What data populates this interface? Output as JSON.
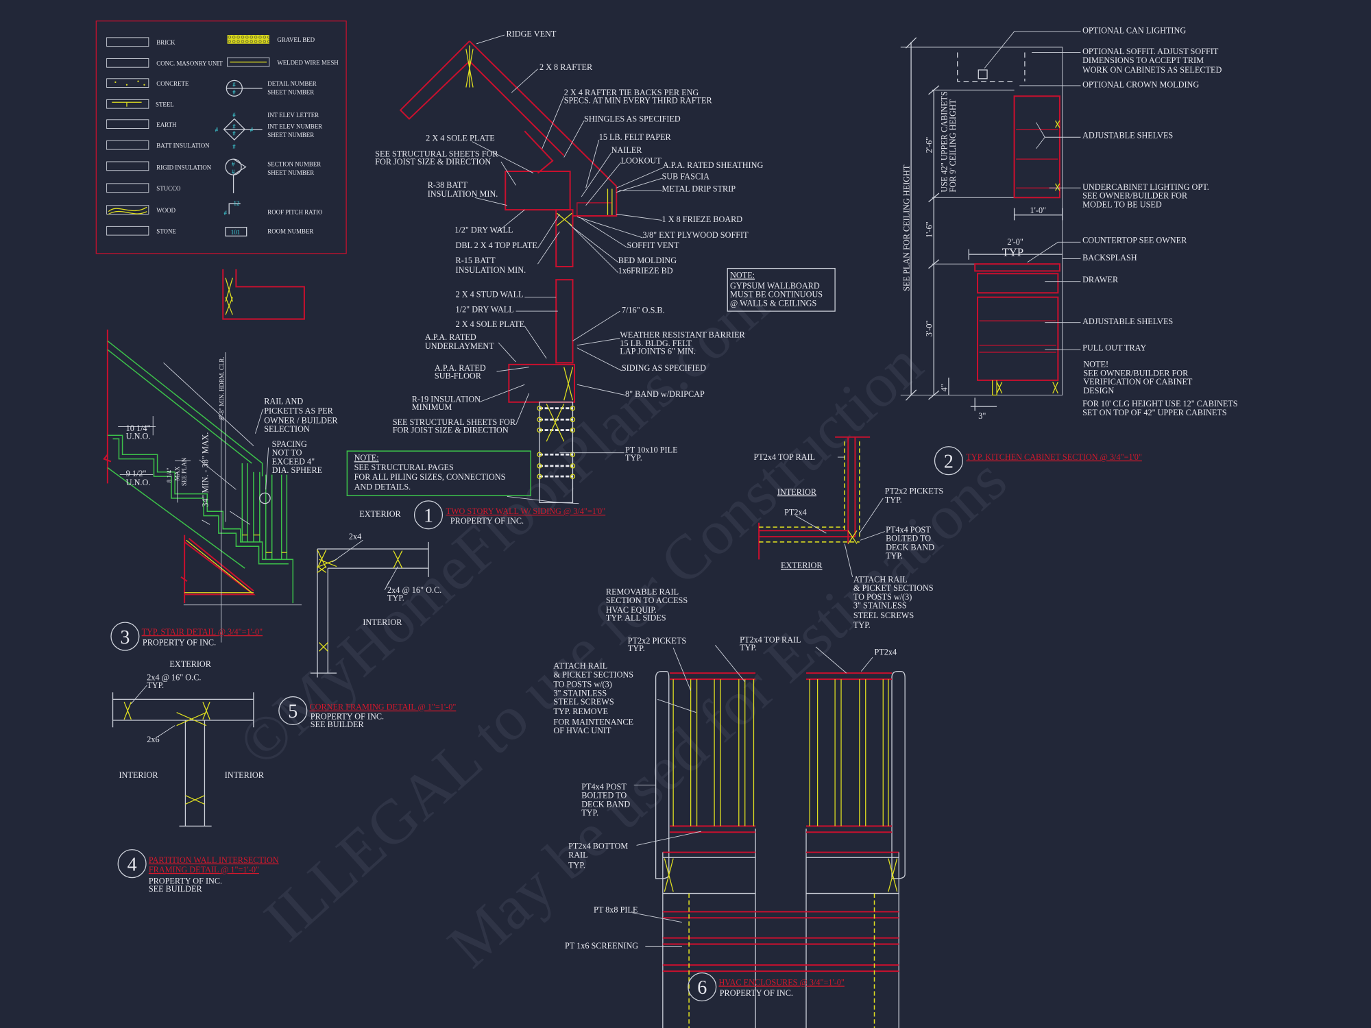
{
  "legend": {
    "left": [
      "BRICK",
      "CONC. MASONRY UNIT",
      "CONCRETE",
      "STEEL",
      "EARTH",
      "BATT INSULATION",
      "RIGID INSULATION",
      "STUCCO",
      "WOOD",
      "STONE"
    ],
    "right": {
      "gravel": "GRAVEL BED",
      "mesh": "WELDED WIRE MESH",
      "detail_number": "DETAIL NUMBER",
      "sheet_number": "SHEET NUMBER",
      "int_elev_letter": "INT ELEV LETTER",
      "int_elev_number": "INT ELEV NUMBER",
      "section_number": "SECTION NUMBER",
      "roof_pitch": "ROOF PITCH RATIO",
      "room_number": "ROOM NUMBER"
    },
    "hash": "#",
    "pitch_value": "12",
    "room_value": "101"
  },
  "detail1": {
    "ridge_vent": "RIDGE VENT",
    "rafter": "2 X 8 RAFTER",
    "tie_backs": [
      "2 X 4 RAFTER TIE BACKS PER ENG",
      "SPECS. AT MIN EVERY THIRD RAFTER"
    ],
    "shingles": "SHINGLES AS SPECIFIED",
    "sole_plate_top": "2 X 4 SOLE PLATE",
    "felt": "15 LB. FELT PAPER",
    "joist_top": [
      "SEE STRUCTURAL SHEETS FOR",
      "FOR JOIST SIZE & DIRECTION"
    ],
    "nailer": "NAILER",
    "lookout": "LOOKOUT",
    "sheathing": "A.P.A. RATED SHEATHING",
    "sub_fascia": "SUB FASCIA",
    "r38": [
      "R-38 BATT",
      "INSULATION MIN."
    ],
    "drip": "METAL DRIP STRIP",
    "frieze": "1 X 8  FRIEZE BOARD",
    "drywall_top": "1/2\" DRY WALL",
    "soffit": "3/8\" EXT PLYWOOD SOFFIT",
    "top_plate": "DBL 2 X 4 TOP PLATE",
    "soffit_vent": "SOFFIT VENT",
    "r15": [
      "R-15 BATT",
      "INSULATION MIN."
    ],
    "bed_molding": "BED MOLDING",
    "frieze_bd": "1x6FRIEZE BD",
    "gyp_note": [
      "NOTE:",
      "GYPSUM WALLBOARD",
      "MUST BE CONTINUOUS",
      "@ WALLS & CEILINGS"
    ],
    "stud_wall": "2 X 4 STUD WALL",
    "drywall": "1/2\" DRY WALL",
    "osb": "7/16\" O.S.B.",
    "sole_plate": "2 X 4 SOLE PLATE",
    "underlayment": [
      "A.P.A. RATED",
      "UNDERLAYMENT"
    ],
    "barrier": [
      "WEATHER RESISTANT BARRIER",
      "15 LB. BLDG. FELT",
      "LAP JOINTS 6\" MIN."
    ],
    "siding": "SIDING AS SPECIFIED",
    "subfloor": [
      "A.P.A. RATED",
      "SUB-FLOOR"
    ],
    "band": "8\" BAND w/DRIPCAP",
    "r19": [
      "R-19 INSULATION",
      "MINIMUM"
    ],
    "joist_bottom": [
      "SEE STRUCTURAL SHEETS FOR",
      "FOR JOIST SIZE & DIRECTION"
    ],
    "pile": [
      "PT 10x10 PILE",
      "TYP."
    ],
    "piling_note": [
      "NOTE:",
      "SEE STRUCTURAL PAGES",
      "FOR ALL PILING SIZES, CONNECTIONS",
      "AND DETAILS."
    ],
    "exterior": "EXTERIOR",
    "number": "1",
    "title": "TWO STORY WALL W/ SIDING @     3/4\"=1'0\"",
    "property": "PROPERTY OF  INC."
  },
  "detail2": {
    "can_lighting": "OPTIONAL CAN LIGHTING",
    "soffit": [
      "OPTIONAL SOFFIT.  ADJUST SOFFIT",
      "DIMENSIONS TO ACCEPT TRIM",
      "WORK ON CABINETS AS SELECTED"
    ],
    "crown": "OPTIONAL CROWN MOLDING",
    "shelves_upper": "ADJUSTABLE SHELVES",
    "undercabinet": [
      "UNDERCABINET LIGHTING OPT.",
      "SEE OWNER/BUILDER FOR",
      "MODEL TO BE USED"
    ],
    "countertop": "COUNTERTOP SEE OWNER",
    "backsplash": "BACKSPLASH",
    "drawer": "DRAWER",
    "shelves_lower": "ADJUSTABLE SHELVES",
    "pull_out": "PULL OUT TRAY",
    "note": [
      "NOTE!",
      "SEE OWNER/BUILDER FOR",
      "VERIFICATION OF CABINET",
      "DESIGN"
    ],
    "note_10ft": [
      "FOR 10' CLG HEIGHT USE 12\" CABINETS",
      "SET ON TOP OF 42\" UPPER CABINETS"
    ],
    "ceiling_dim": "SEE PLAN FOR CEILING HEIGHT",
    "upper_note": [
      "USE 42\" UPPER CABINETS",
      "FOR  9' CEILING HEIGHT"
    ],
    "dim_upper": "2'-6\"",
    "dim_gap": "1'-6\"",
    "dim_base": "3'-0\"",
    "dim_depth_upper": "1'-0\"",
    "dim_depth_base": "2'-0\"",
    "typ": "TYP",
    "dim_toe": "4\"",
    "dim_toe_depth": "3\"",
    "number": "2",
    "title": "TYP. KITCHEN CABINET SECTION @          3/4\"=1'0\""
  },
  "detail3": {
    "rail": [
      "RAIL AND",
      "PICKETTS AS PER",
      "OWNER / BUILDER",
      "SELECTION"
    ],
    "spacing": [
      "SPACING",
      "NOT TO",
      "EXCEED 4\"",
      "DIA. SPHERE"
    ],
    "tread": [
      "10 1/4\"",
      "U.N.O."
    ],
    "tread2": [
      "9 1/2\"",
      "U.N.O."
    ],
    "riser": [
      "8 1/4\"",
      "MAX",
      "SEE PLAN"
    ],
    "rail_height": "34\" MIN. - 38\" MAX.",
    "headroom": "6'-8\" MIN. HDRM. CLR.",
    "number": "3",
    "title": "TYP. STAIR DETAIL @         3/4\"=1'-0\"",
    "property": "PROPERTY OF  INC."
  },
  "detail4": {
    "exterior": "EXTERIOR",
    "stud": [
      "2x4 @ 16\" O.C.",
      "TYP."
    ],
    "blocking": "2x6",
    "interior_left": "INTERIOR",
    "interior_right": "INTERIOR",
    "number": "4",
    "title": [
      "PARTITION WALL INTERSECTION",
      "FRAMING DETAIL @ 1\"=1'-0\""
    ],
    "property": [
      "PROPERTY OF  INC.",
      "SEE BUILDER"
    ]
  },
  "detail5": {
    "corner": "2x4",
    "stud": [
      "2x4 @ 16\" O.C.",
      "TYP."
    ],
    "interior": "INTERIOR",
    "number": "5",
    "title": "CORNER FRAMING DETAIL @ 1\"=1'-0\"",
    "property": [
      "PROPERTY OF  INC.",
      "SEE BUILDER"
    ]
  },
  "rail_plan": {
    "top_rail": "PT2x4 TOP RAIL",
    "interior": "INTERIOR",
    "pt2x4": "PT2x4",
    "pickets": [
      "PT2x2 PICKETS",
      "TYP."
    ],
    "post": [
      "PT4x4 POST",
      "BOLTED TO",
      "DECK BAND",
      "TYP."
    ],
    "exterior": "EXTERIOR",
    "attach": [
      "ATTACH RAIL",
      "& PICKET SECTIONS",
      "TO POSTS w/(3)",
      "3\" STAINLESS"
    ],
    "screws": [
      "STEEL SCREWS",
      "TYP."
    ]
  },
  "detail6": {
    "removable": [
      "REMOVABLE RAIL",
      "SECTION TO ACCESS",
      "HVAC EQUIP.",
      "TYP. ALL SIDES"
    ],
    "pickets": [
      "PT2x2 PICKETS",
      "TYP."
    ],
    "top_rail": [
      "PT2x4 TOP RAIL",
      "TYP."
    ],
    "pt2x4": "PT2x4",
    "attach": [
      "ATTACH RAIL",
      "& PICKET SECTIONS",
      "TO POSTS w/(3)",
      "3\" STAINLESS",
      "STEEL SCREWS",
      "TYP. REMOVE",
      "FOR MAINTENANCE",
      "OF HVAC UNIT"
    ],
    "post": [
      "PT4x4 POST",
      "BOLTED TO",
      "DECK BAND",
      "TYP."
    ],
    "bottom_rail": [
      "PT2x4 BOTTOM",
      "RAIL",
      "TYP."
    ],
    "pile": "PT 8x8 PILE",
    "screening": "PT 1x6 SCREENING",
    "number": "6",
    "title": "HVAC ENCLOSURES @              3/4\"=1'-0\"",
    "property": "PROPERTY OF  INC."
  },
  "watermark": [
    "©MyHomeFloorPlans.com",
    "ILLEGAL to use for Construction",
    "May be used for Estimations"
  ],
  "colors": {
    "background": "#222738",
    "linework": "#cfd3dc",
    "red": "#c8102e",
    "yellow": "#e0e020",
    "green": "#3cc04a",
    "cyan": "#3fd6e0"
  }
}
